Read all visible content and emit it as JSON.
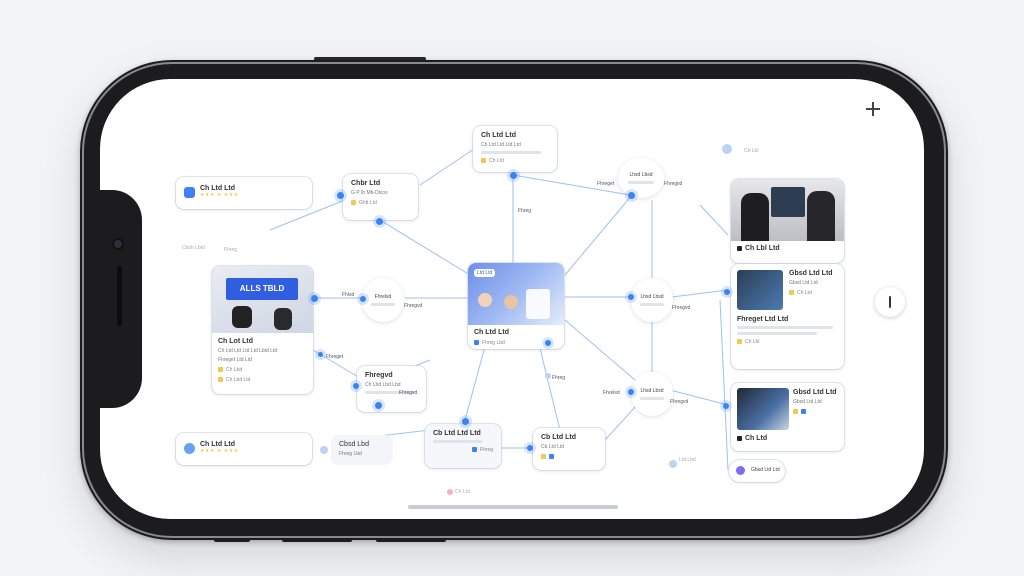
{
  "screen": {
    "colors": {
      "accent": "#3b82f6",
      "link": "#9cc2f3",
      "frame": "#1c1c1e",
      "card": "#ffffff"
    }
  },
  "nodes": {
    "top_left": {
      "title": "Ch Ltd Ltd",
      "sub": "★★★ ★ ★★★"
    },
    "card_a": {
      "title": "Chbr Ltd",
      "sub": "G P Ib Mb-Dicos",
      "meta": "Ghtt Ltd"
    },
    "card_top_center": {
      "title": "Ch Ltd Ltd",
      "sub": "Cb Ltd Ltd Ltd Ltd",
      "meta": "Ch Ltd"
    },
    "bubble_top_right": {
      "label": "Lhsd Lbsd",
      "side": "Fhregvd"
    },
    "top_right_faint": {
      "label": "Cb Lbl"
    },
    "left_faint": {
      "label": "Cbsh Lbtd",
      "label2": "Fhreg"
    },
    "banner_card": {
      "banner": "ALLS TBLD",
      "title": "Ch Lot Ltd",
      "line1": "Ch Ltd Ltd Ltd Ltd Lbtd Ltd",
      "line2": "Fhreget Ltd Ltd",
      "meta": "Ch Lbd",
      "line3": "Ch Lbd Ltd"
    },
    "bubble_left": {
      "label": "Fhrelsd",
      "side_left": "Fhlsd",
      "side_below": "Fhregvd"
    },
    "center": {
      "badge": "Ltd Ltd",
      "title": "Ch Ltd Ltd",
      "meta": "Fhreg Lbd"
    },
    "right_people": {
      "title": "Ch Lbl Ltd"
    },
    "right_tablet": {
      "title": "Gbsd Ltd Ltd",
      "sub": "Gbsd Ltd Ltd",
      "line": "Fhreget Ltd Ltd",
      "meta": "Ch Ltd",
      "meta2": "Ch Lbl"
    },
    "bubble_right_mid": {
      "label": "Lhsd Lbsd",
      "side": "Fhregvd"
    },
    "card_b": {
      "title": "Fhregvd",
      "line": "Ch Lbd Lbd Lbd",
      "side": "Fhregvd",
      "side_left": "Fhreget"
    },
    "card_c": {
      "title": "Cb Ltd Ltd Ltd",
      "meta": "Fhreg"
    },
    "card_d": {
      "title": "Cb Ltd Ltd",
      "sub": "Cb Ltd Ltd"
    },
    "bubble_right_low": {
      "label": "Lhsd Lbsd",
      "side": "Fhregvd"
    },
    "right_office": {
      "title": "Gbsd Ltd Ltd",
      "sub": "Gbsd Ltd Ltd",
      "meta": "Ch Ltd"
    },
    "bottom_left": {
      "title": "Ch Ltd Ltd",
      "sub": "★★★ ★ ★★★"
    },
    "bottom_small": {
      "title": "Cbsd Lbd",
      "sub": "Fhreg Lbd"
    },
    "bottom_pill": {
      "label": "Gbsd Ltd Ltd"
    },
    "bottom_faint": {
      "label": "Ltd Lbd"
    },
    "bottom_center_faint": {
      "label": "Ch Ltd"
    },
    "mid_labels": {
      "a": "Fhreg",
      "b": "Fhreg",
      "c": "Fhrelsd",
      "d": "Fhreget"
    }
  }
}
